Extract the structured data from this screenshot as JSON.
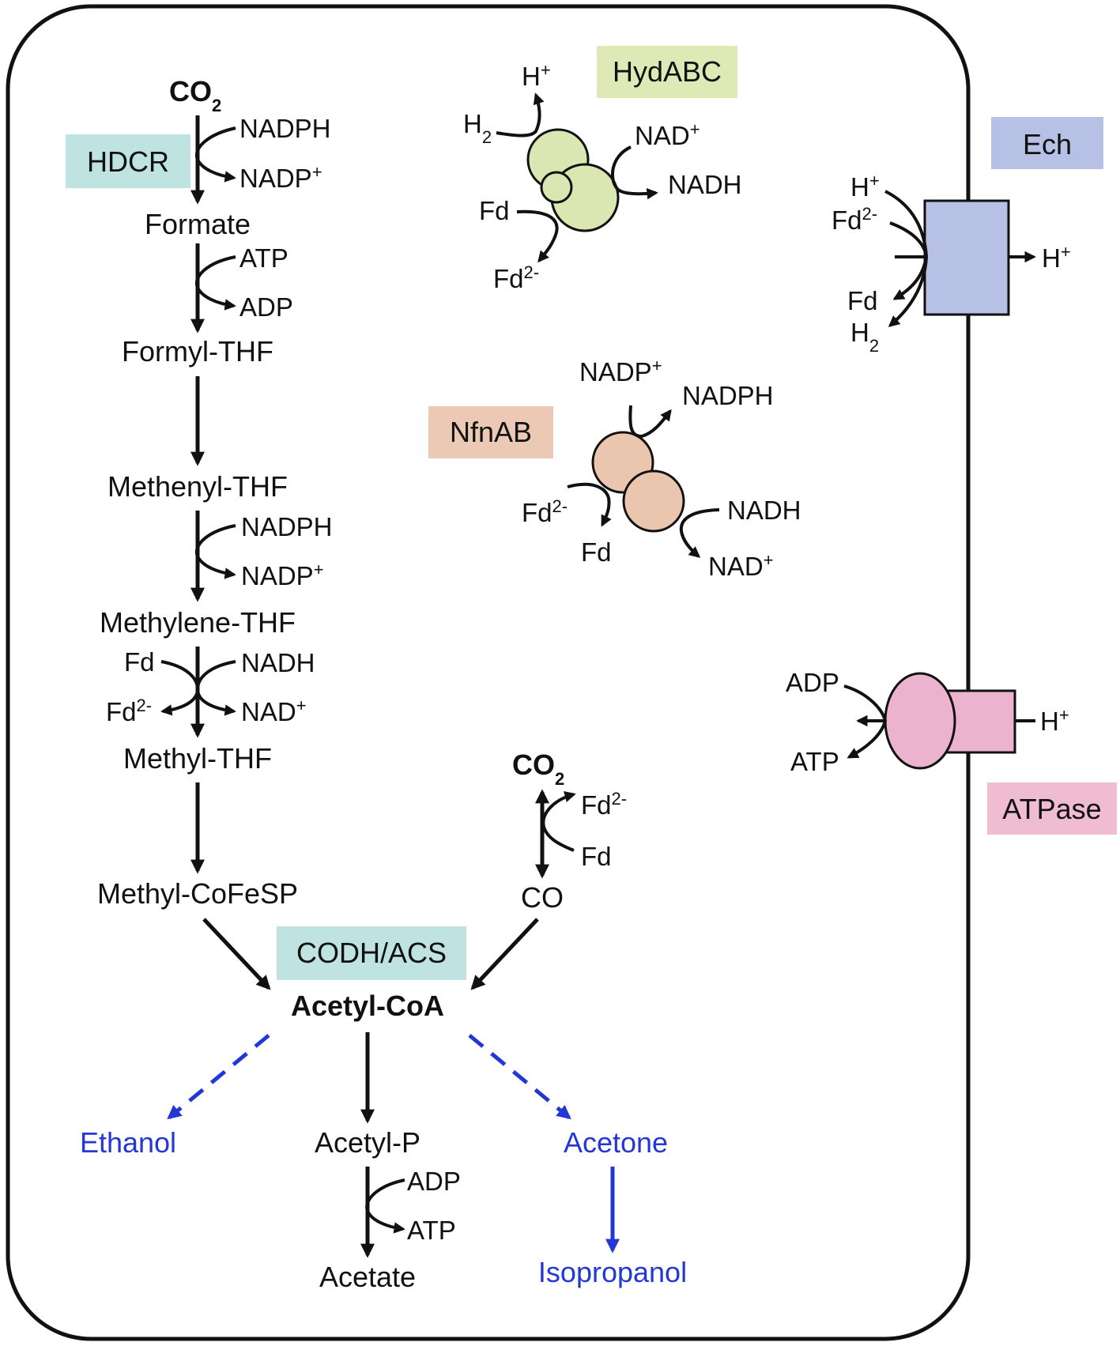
{
  "colors": {
    "teal_box": "#bfe3e0",
    "green_box": "#dfe9b6",
    "green_fill": "#dbe7b3",
    "peach_box": "#ecc9b5",
    "peach_fill": "#ebc6ae",
    "blue_box": "#b7c1e6",
    "pink_box": "#f0bcd2",
    "pink_fill": "#ebb3cd",
    "product_blue": "#2337d6"
  },
  "enzymes": {
    "hdcr": "HDCR",
    "hydabc": "HydABC",
    "ech": "Ech",
    "nfnab": "NfnAB",
    "codh_acs": "CODH/ACS",
    "atpase": "ATPase"
  },
  "pathway": {
    "co2": {
      "base": "CO",
      "sub": "2"
    },
    "formate": "Formate",
    "formyl_thf": "Formyl-THF",
    "methenyl_thf": "Methenyl-THF",
    "methylene_thf": "Methylene-THF",
    "methyl_thf": "Methyl-THF",
    "methyl_cofesp": "Methyl-CoFeSP",
    "acetyl_coa": "Acetyl-CoA",
    "acetyl_p": "Acetyl-P",
    "acetate": "Acetate",
    "co": "CO",
    "co2_right": {
      "base": "CO",
      "sub": "2"
    }
  },
  "products": {
    "ethanol": "Ethanol",
    "acetone": "Acetone",
    "isopropanol": "Isopropanol"
  },
  "cofactors": {
    "nadph": "NADPH",
    "nadp": "NADP",
    "nadh": "NADH",
    "nad": "NAD",
    "atp": "ATP",
    "adp": "ADP",
    "fd": "Fd",
    "h": "H",
    "h2": "H",
    "sub_2": "2",
    "sup_plus": "+",
    "sup_2minus": "2-"
  }
}
